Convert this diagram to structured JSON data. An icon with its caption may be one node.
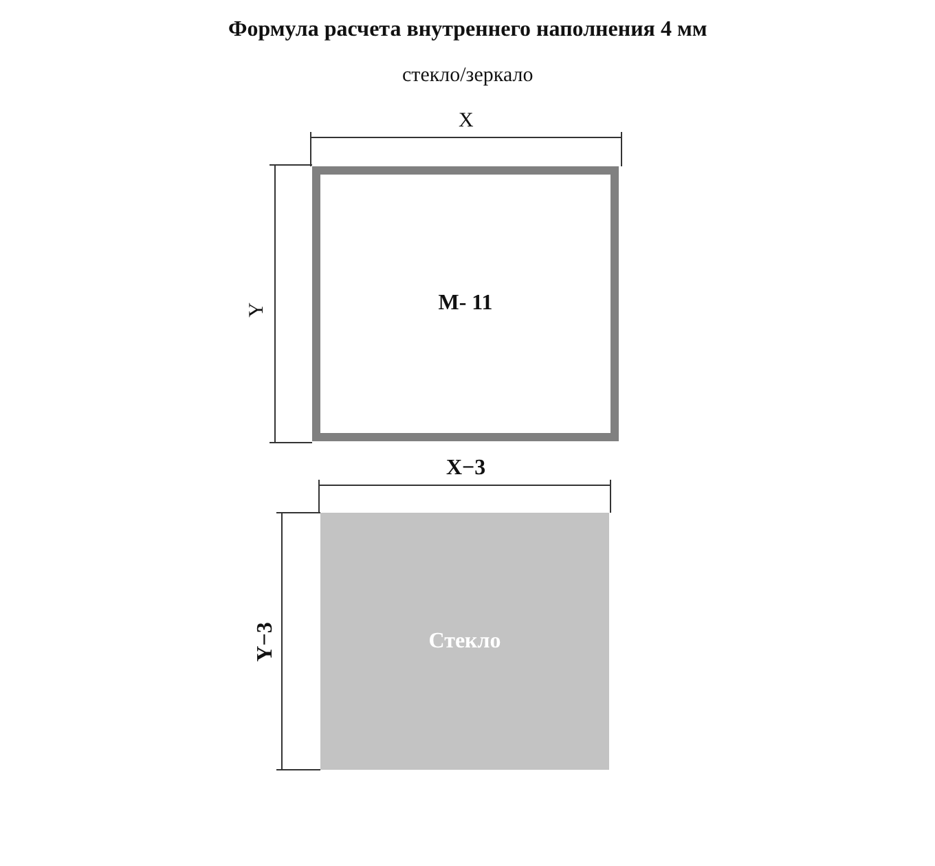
{
  "diagram": {
    "title": "Формула расчета внутреннего наполнения 4 мм",
    "nodes": [
      {
        "text": [
          "M- 11"
        ]
      },
      {
        "text": [
          "Стекло"
        ]
      }
    ],
    "edges": [],
    "labels": [
      "стекло/зеркало",
      "X",
      "Y",
      "X−3",
      "Y−3"
    ]
  }
}
